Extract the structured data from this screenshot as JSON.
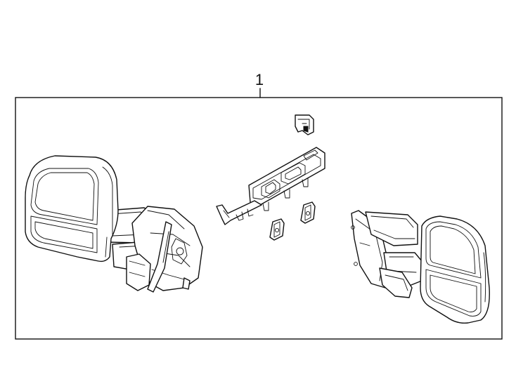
{
  "callouts": [
    {
      "label": "1"
    }
  ],
  "parts": {
    "left_mirror": "left-side-mirror-assembly",
    "right_mirror": "right-side-mirror-assembly",
    "switch_panel": "mirror-control-switch-bezel",
    "clip_top": "retaining-clip",
    "clip_left": "mounting-clip",
    "clip_right": "mounting-clip"
  }
}
